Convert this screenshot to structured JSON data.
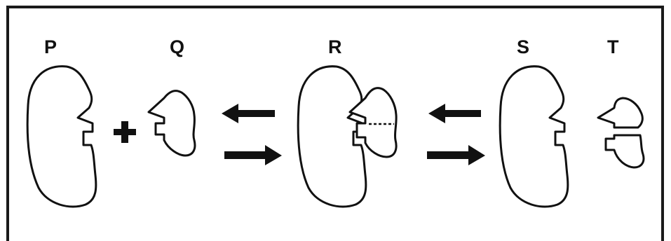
{
  "labels": {
    "p": "P",
    "q": "Q",
    "r": "R",
    "s": "S",
    "t": "T"
  },
  "operators": {
    "plus": "+"
  },
  "colors": {
    "stroke": "#111111",
    "frame": "#1a1a1a",
    "background": "#ffffff"
  }
}
